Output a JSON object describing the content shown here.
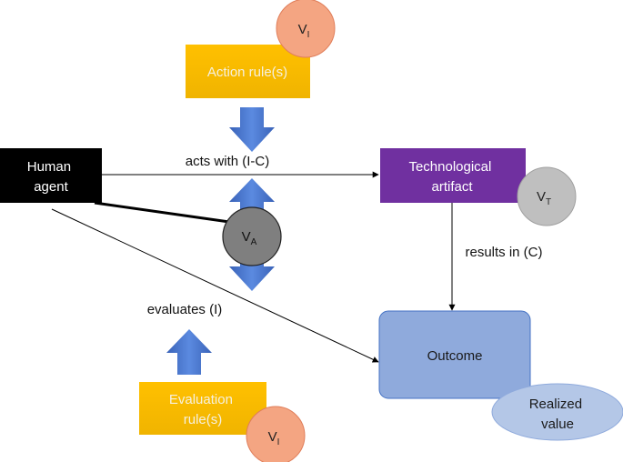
{
  "nodes": {
    "human_agent": {
      "line1": "Human",
      "line2": "agent"
    },
    "action_rule": {
      "label": "Action rule(s)"
    },
    "technological_artifact": {
      "line1": "Technological",
      "line2": "artifact"
    },
    "outcome": {
      "label": "Outcome"
    },
    "evaluation_rule": {
      "line1": "Evaluation",
      "line2": "rule(s)"
    },
    "realized_value": {
      "line1": "Realized",
      "line2": "value"
    }
  },
  "values": {
    "v_i_top": {
      "base": "V",
      "sub": "I"
    },
    "v_a": {
      "base": "V",
      "sub": "A"
    },
    "v_t": {
      "base": "V",
      "sub": "T"
    },
    "v_i_bottom": {
      "base": "V",
      "sub": "I"
    }
  },
  "edges": {
    "acts_with": "acts with (I-C)",
    "results_in": "results in (C)",
    "evaluates": "evaluates (I)"
  },
  "colors": {
    "human_agent": "#000000",
    "rule_box": "#ffc000",
    "rule_text": "#f5f0e0",
    "artifact": "#7030a0",
    "outcome_fill": "#8faadc",
    "outcome_stroke": "#4472c4",
    "realized_value_fill": "#b4c7e7",
    "value_circle_i": "#f4a582",
    "value_circle_a": "#7f7f7f",
    "value_circle_t": "#bfbfbf",
    "block_arrow": "#4472c4",
    "line": "#000000"
  }
}
